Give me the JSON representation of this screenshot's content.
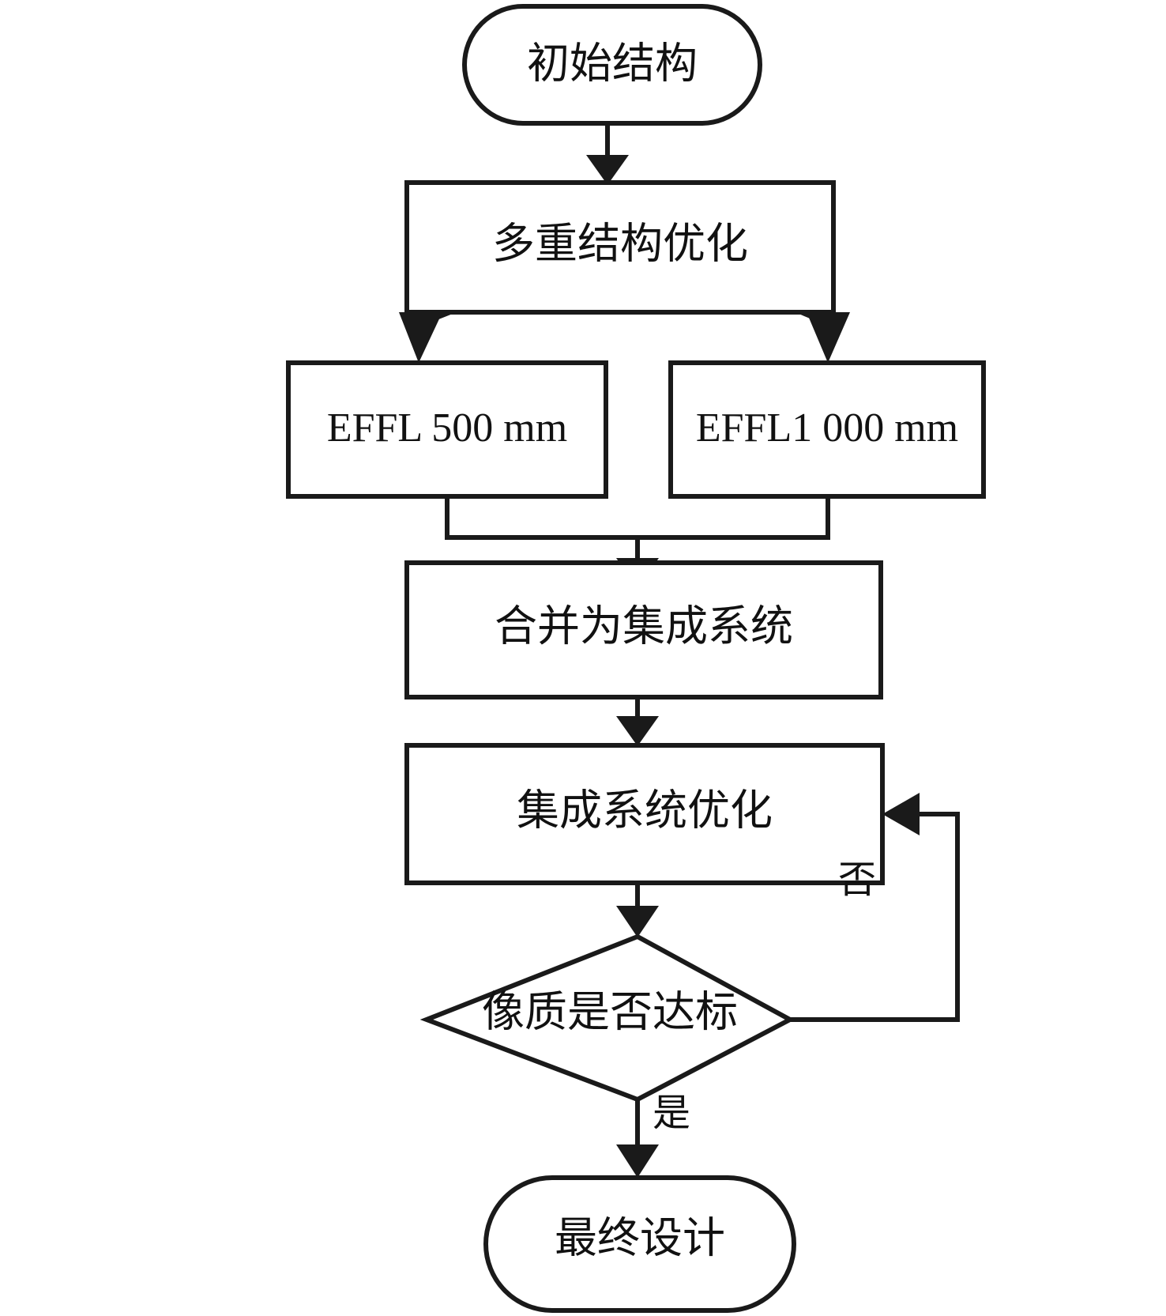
{
  "diagram": {
    "type": "flowchart",
    "orientation": "top-to-bottom",
    "language": "zh-CN",
    "background_color": "#ffffff",
    "line_color": "#1a1a1a",
    "text_color": "#111111",
    "nodes": [
      {
        "id": "start",
        "shape": "stadium",
        "label": "初始结构"
      },
      {
        "id": "multi",
        "shape": "rectangle",
        "label": "多重结构优化"
      },
      {
        "id": "effl500",
        "shape": "rectangle",
        "label": "EFFL 500 mm"
      },
      {
        "id": "effl1000",
        "shape": "rectangle",
        "label": "EFFL1 000 mm"
      },
      {
        "id": "merge",
        "shape": "rectangle",
        "label": "合并为集成系统"
      },
      {
        "id": "optimize",
        "shape": "rectangle",
        "label": "集成系统优化"
      },
      {
        "id": "decision",
        "shape": "diamond",
        "label": "像质是否达标"
      },
      {
        "id": "final",
        "shape": "stadium",
        "label": "最终设计"
      }
    ],
    "edges": [
      {
        "from": "start",
        "to": "multi",
        "label": ""
      },
      {
        "from": "multi",
        "to": "effl500",
        "label": ""
      },
      {
        "from": "multi",
        "to": "effl1000",
        "label": ""
      },
      {
        "from": "effl500",
        "to": "merge",
        "label": ""
      },
      {
        "from": "effl1000",
        "to": "merge",
        "label": ""
      },
      {
        "from": "merge",
        "to": "optimize",
        "label": ""
      },
      {
        "from": "optimize",
        "to": "decision",
        "label": ""
      },
      {
        "from": "decision",
        "to": "optimize",
        "label": "否"
      },
      {
        "from": "decision",
        "to": "final",
        "label": "是"
      }
    ],
    "edge_labels": {
      "no": "否",
      "yes": "是"
    }
  }
}
